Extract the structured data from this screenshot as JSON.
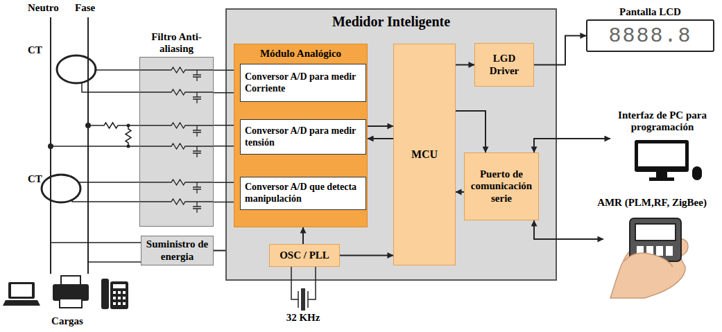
{
  "diagram": {
    "nodes": [
      {
        "text": [
          "Medidor Inteligente"
        ]
      },
      {
        "text": [
          "Filtro Anti-aliasing"
        ]
      },
      {
        "text": [
          "Módulo Analógico"
        ],
        "in": 0
      },
      {
        "text": [
          "Conversor A/D para medir Corriente"
        ],
        "in": 2
      },
      {
        "text": [
          "Conversor A/D para medir tensión"
        ],
        "in": 2
      },
      {
        "text": [
          "Conversor A/D que detecta manipulación"
        ],
        "in": 2
      },
      {
        "text": [
          "MCU"
        ],
        "in": 0
      },
      {
        "text": [
          "LGD Driver"
        ],
        "in": 0
      },
      {
        "text": [
          "Puerto de comunicación serie"
        ],
        "in": 0
      },
      {
        "text": [
          "OSC / PLL"
        ],
        "in": 0
      },
      {
        "text": [
          "Suministro de energia"
        ]
      },
      {
        "text": [
          "Pantalla LCD",
          "8888.8"
        ]
      },
      {
        "text": [
          "Interfaz de PC para programación"
        ]
      },
      {
        "text": [
          "AMR (PLM,RF, ZigBee)"
        ]
      }
    ],
    "edges": [
      {
        "from": 2,
        "to": 6,
        "arrow": "to"
      },
      {
        "from": 6,
        "to": 2,
        "arrow": "to"
      },
      {
        "from": 6,
        "to": 7,
        "arrow": "to"
      },
      {
        "from": 7,
        "to": 11,
        "arrow": "to"
      },
      {
        "from": 6,
        "to": 8,
        "arrow": "to"
      },
      {
        "from": 8,
        "to": 6,
        "arrow": "to"
      },
      {
        "from": 12,
        "to": 8,
        "arrow": "both"
      },
      {
        "from": 13,
        "to": 8,
        "arrow": "both"
      },
      {
        "from": 9,
        "to": 2,
        "arrow": "to"
      },
      {
        "from": 9,
        "to": 6,
        "arrow": "to"
      },
      {
        "from": 1,
        "to": 3,
        "arrow": "none"
      },
      {
        "from": 1,
        "to": 4,
        "arrow": "none"
      },
      {
        "from": 1,
        "to": 5,
        "arrow": "none"
      },
      {
        "from": 10,
        "to": 0,
        "arrow": "none"
      }
    ],
    "labels": [
      "Neutro",
      "Fase",
      "CT",
      "CT",
      "Cargas",
      "32 KHz"
    ]
  }
}
